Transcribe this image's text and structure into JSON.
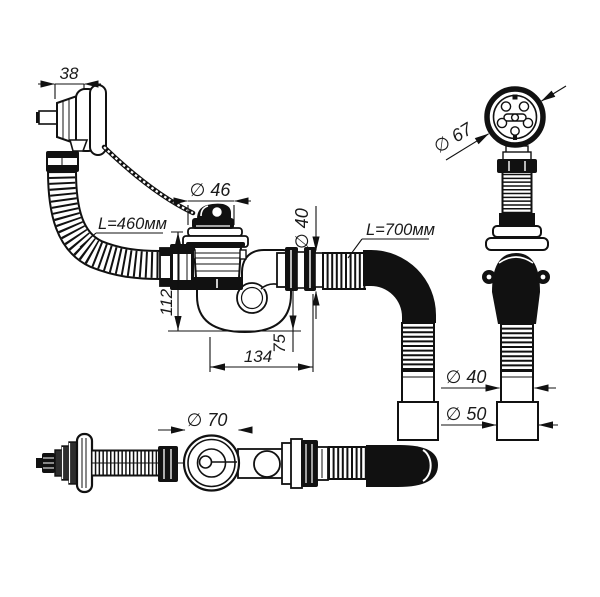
{
  "meta": {
    "type": "technical-drawing",
    "subject": "bath siphon with overflow — dimensional drawing",
    "background": "#ffffff",
    "ink": "#111111"
  },
  "labels": {
    "overflow_depth": "38",
    "overflow_hose_length": "L=460мм",
    "drain_plug_diameter": "∅ 46",
    "outlet_pipe_diameter": "∅ 40",
    "outlet_hose_length": "L=700мм",
    "siphon_height": "112",
    "outlet_drop_height": "75",
    "trap_width": "134",
    "strainer_diameter": "∅ 67",
    "overflow_face_diameter": "∅ 70",
    "adapter_upper_diameter": "∅ 40",
    "adapter_lower_diameter": "∅ 50"
  }
}
